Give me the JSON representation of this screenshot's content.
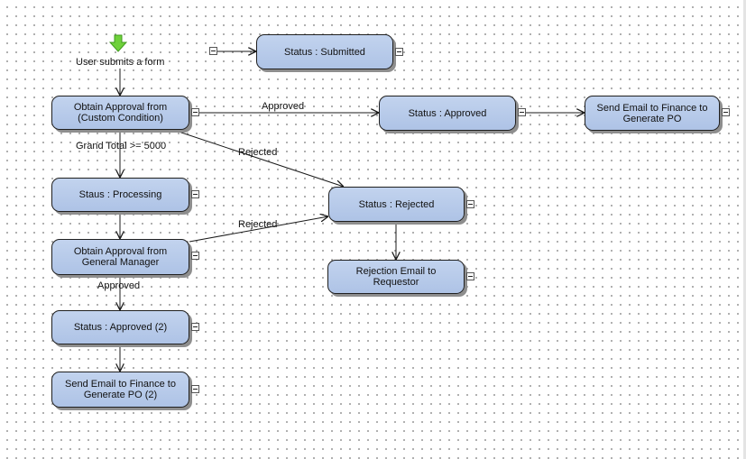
{
  "start": {
    "label": "User submits a form",
    "icon": "green-down-arrow-icon"
  },
  "nodes": {
    "submitted": "Status : Submitted",
    "obtain_custom": "Obtain Approval from (Custom Condition)",
    "status_approved": "Status : Approved",
    "email_finance": "Send Email to Finance to Generate PO",
    "processing": "Staus : Processing",
    "rejected": "Status : Rejected",
    "obtain_gm": "Obtain Approval from General Manager",
    "rejection_email": "Rejection Email to Requestor",
    "status_approved_2": "Status : Approved (2)",
    "email_finance_2": "Send Email to Finance to Generate PO (2)"
  },
  "edge_labels": {
    "approved_top": "Approved",
    "grand_total": "Grand Total >= 5000",
    "rejected_1": "Rejected",
    "rejected_2": "Rejected",
    "approved_gm": "Approved"
  },
  "colors": {
    "node_fill": "#b3c7e8",
    "start_arrow": "#6fd13b"
  }
}
